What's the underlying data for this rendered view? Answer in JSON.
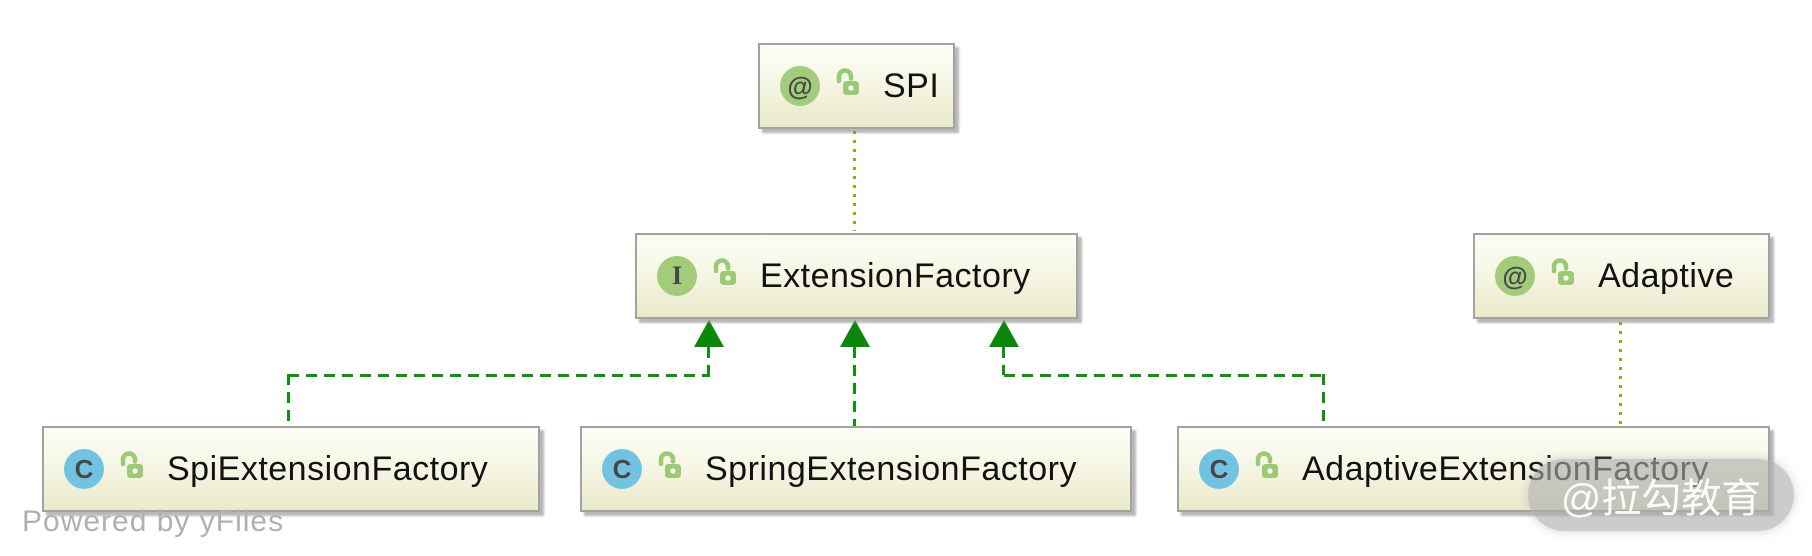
{
  "diagram": {
    "nodes": [
      {
        "id": "spi",
        "label": "SPI",
        "kind": "annotation",
        "visibility": "public"
      },
      {
        "id": "extension-factory",
        "label": "ExtensionFactory",
        "kind": "interface",
        "visibility": "public"
      },
      {
        "id": "adaptive",
        "label": "Adaptive",
        "kind": "annotation",
        "visibility": "public"
      },
      {
        "id": "spi-extension-factory",
        "label": "SpiExtensionFactory",
        "kind": "class",
        "visibility": "public"
      },
      {
        "id": "spring-extension-factory",
        "label": "SpringExtensionFactory",
        "kind": "class",
        "visibility": "public"
      },
      {
        "id": "adaptive-extension-factory",
        "label": "AdaptiveExtensionFactory",
        "kind": "class",
        "visibility": "public"
      }
    ],
    "icon_glyphs": {
      "annotation": "@",
      "interface": "I",
      "class": "C"
    },
    "edges": [
      {
        "from": "SPI",
        "to": "ExtensionFactory",
        "type": "annotated-by",
        "style": "dotted-olive"
      },
      {
        "from": "SpiExtensionFactory",
        "to": "ExtensionFactory",
        "type": "implements",
        "style": "dashed-green-hollow-arrow"
      },
      {
        "from": "SpringExtensionFactory",
        "to": "ExtensionFactory",
        "type": "implements",
        "style": "dashed-green-hollow-arrow"
      },
      {
        "from": "AdaptiveExtensionFactory",
        "to": "ExtensionFactory",
        "type": "implements",
        "style": "dashed-green-hollow-arrow"
      },
      {
        "from": "Adaptive",
        "to": "AdaptiveExtensionFactory",
        "type": "annotated-by",
        "style": "dotted-olive"
      }
    ],
    "colors": {
      "node_fill_top": "#fdfdf5",
      "node_fill_bottom": "#eaeacb",
      "node_border": "#a2a2a0",
      "implements_edge_green": "#0d930d",
      "annotation_edge_olive": "#a2a215",
      "annotation_icon_bg": "#a2cc7a",
      "class_icon_bg": "#72c2e2",
      "lock_icon_green": "#9bca74",
      "label_text": "#121212"
    },
    "attribution_text": "Powered by yFiles",
    "watermark_text": "@拉勾教育"
  }
}
